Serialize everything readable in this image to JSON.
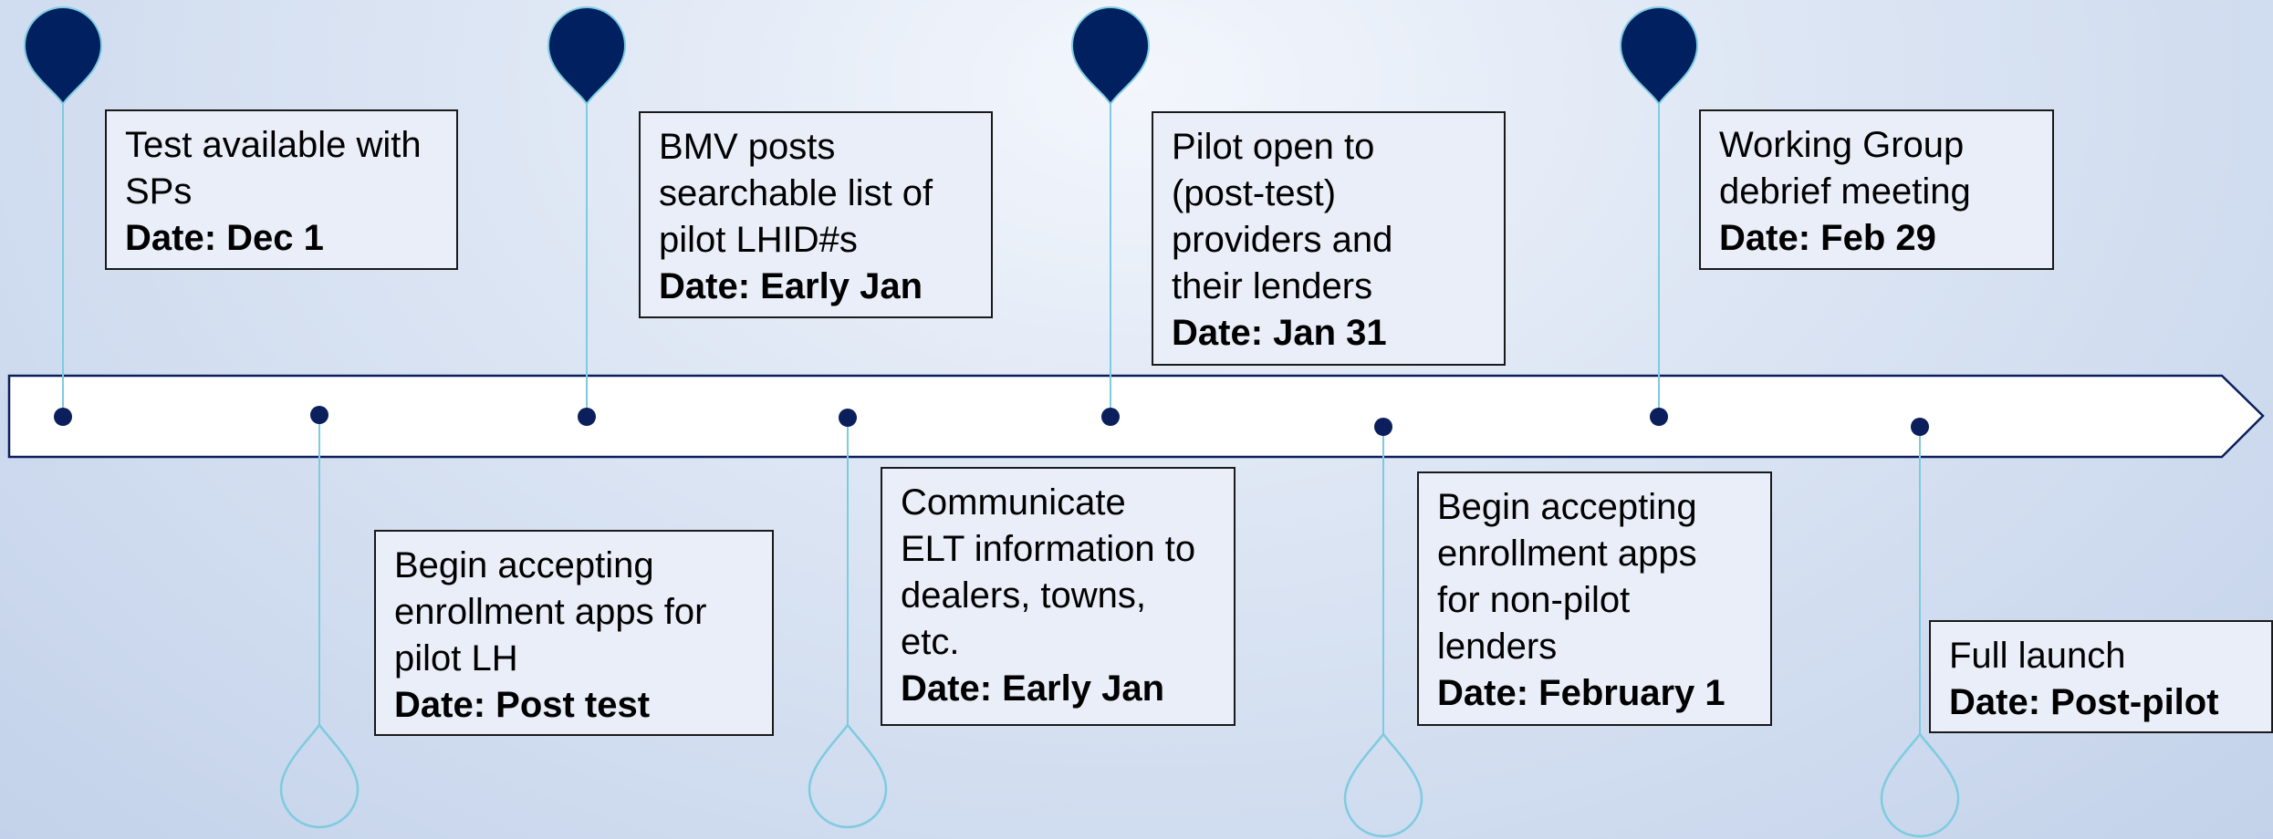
{
  "colors": {
    "arrow_border": "#0b1f5c",
    "arrow_fill": "#ffffff",
    "dot": "#0b1f5c",
    "pin_fill": "#002060",
    "connector": "#7ecbe0",
    "box_border": "#1a1a1a",
    "box_fill": "#e9eef8"
  },
  "milestones": [
    {
      "id": "test-available",
      "position": "above",
      "lines": [
        "Test available with",
        "SPs"
      ],
      "date": "Date: Dec 1"
    },
    {
      "id": "enrollment-pilot-lh",
      "position": "below",
      "lines": [
        "Begin accepting",
        "enrollment apps for",
        "pilot LH"
      ],
      "date": "Date: Post test"
    },
    {
      "id": "bmv-posts-list",
      "position": "above",
      "lines": [
        "BMV posts",
        "searchable list of",
        "pilot LHID#s"
      ],
      "date": "Date: Early Jan"
    },
    {
      "id": "communicate-elt",
      "position": "below",
      "lines": [
        "Communicate",
        "ELT information to",
        "dealers, towns,",
        "etc."
      ],
      "date": "Date: Early Jan"
    },
    {
      "id": "pilot-open",
      "position": "above",
      "lines": [
        "Pilot open to",
        "(post-test)",
        "providers and",
        "their lenders"
      ],
      "date": "Date: Jan 31"
    },
    {
      "id": "enrollment-non-pilot",
      "position": "below",
      "lines": [
        "Begin accepting",
        "enrollment apps",
        "for non-pilot",
        "lenders"
      ],
      "date": "Date: February 1"
    },
    {
      "id": "working-group-debrief",
      "position": "above",
      "lines": [
        "Working Group",
        "debrief meeting"
      ],
      "date": "Date: Feb 29"
    },
    {
      "id": "full-launch",
      "position": "below",
      "lines": [
        "Full launch"
      ],
      "date": "Date: Post-pilot"
    }
  ]
}
